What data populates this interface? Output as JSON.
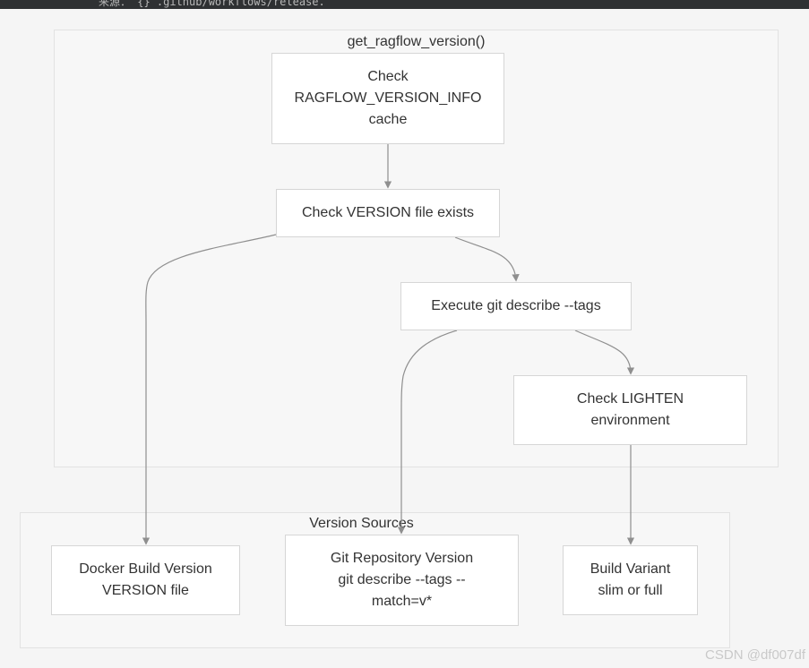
{
  "top_strip": {
    "text": "来源： {} .github/workflows/release."
  },
  "clusters": {
    "main": {
      "title": "get_ragflow_version()"
    },
    "sources": {
      "title": "Version Sources"
    }
  },
  "nodes": {
    "check_cache": {
      "lines": [
        "Check",
        "RAGFLOW_VERSION_INFO",
        "cache"
      ]
    },
    "check_version_file": {
      "lines": [
        "Check VERSION file exists"
      ]
    },
    "git_describe": {
      "lines": [
        "Execute git describe --tags"
      ]
    },
    "check_lighten": {
      "lines": [
        "Check LIGHTEN",
        "environment"
      ]
    },
    "docker_build": {
      "lines": [
        "Docker Build Version",
        "VERSION file"
      ]
    },
    "git_repo": {
      "lines": [
        "Git Repository Version",
        "git describe --tags --",
        "match=v*"
      ]
    },
    "build_variant": {
      "lines": [
        "Build Variant",
        "slim or full"
      ]
    }
  },
  "edges": [
    {
      "from": "check_cache",
      "to": "check_version_file"
    },
    {
      "from": "check_version_file",
      "to": "docker_build"
    },
    {
      "from": "check_version_file",
      "to": "git_describe"
    },
    {
      "from": "git_describe",
      "to": "git_repo"
    },
    {
      "from": "git_describe",
      "to": "check_lighten"
    },
    {
      "from": "check_lighten",
      "to": "build_variant"
    }
  ],
  "colors": {
    "edge": "#8f8f8f",
    "node_border": "#d6d6d6",
    "cluster_bg": "#f7f7f7"
  },
  "watermark": "CSDN @df007df"
}
